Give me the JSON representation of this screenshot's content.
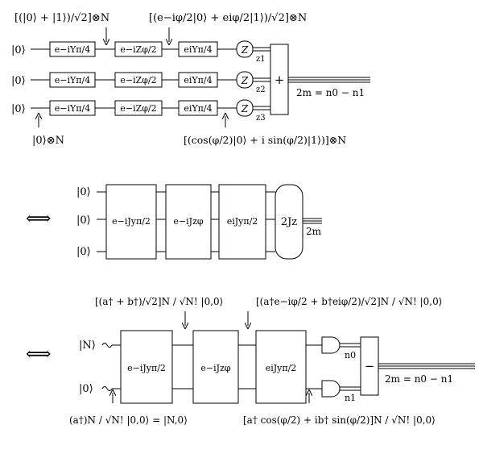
{
  "panel1": {
    "label_hadamard_state": "[(|0⟩ + |1⟩)/√2]⊗N",
    "label_phase_state": "[(e−iφ/2|0⟩ + eiφ/2|1⟩)/√2]⊗N",
    "label_input_state": "|0⟩⊗N",
    "label_rotated_state": "[(cos(φ/2)|0⟩ + i sin(φ/2)|1⟩)]⊗N",
    "ket_zero": "|0⟩",
    "gate_ry_minus": "e−iYπ/4",
    "gate_rz": "e−iZφ/2",
    "gate_ry_plus": "eiYπ/4",
    "meter_z": "Z",
    "outcome_1": "z1",
    "outcome_2": "z2",
    "outcome_3": "z3",
    "sum_symbol": "+",
    "result": "2m = n0 − n1"
  },
  "panel2": {
    "equiv_symbol": "⟺",
    "ket_zero": "|0⟩",
    "gate_jy_minus": "e−iJyπ/2",
    "gate_jz": "e−iJzφ",
    "gate_jy_plus": "eiJyπ/2",
    "measure_2jz": "2Jz",
    "result": "2m"
  },
  "panel3": {
    "equiv_symbol": "⟺",
    "ket_n": "|N⟩",
    "ket_zero": "|0⟩",
    "label_top_left": "[(a† + b†)/√2]N / √N! |0,0⟩",
    "label_top_right": "[(a†e−iφ/2 + b†eiφ/2)/√2]N / √N! |0,0⟩",
    "label_bottom_left": "(a†)N / √N! |0,0⟩ = |N,0⟩",
    "label_bottom_right": "[a† cos(φ/2) + ib† sin(φ/2)]N / √N! |0,0⟩",
    "gate_jy_minus": "e−iJyπ/2",
    "gate_jz": "e−iJzφ",
    "gate_jy_plus": "eiJyπ/2",
    "outcome_n0": "n0",
    "outcome_n1": "n1",
    "minus_symbol": "−",
    "result": "2m = n0 − n1"
  }
}
